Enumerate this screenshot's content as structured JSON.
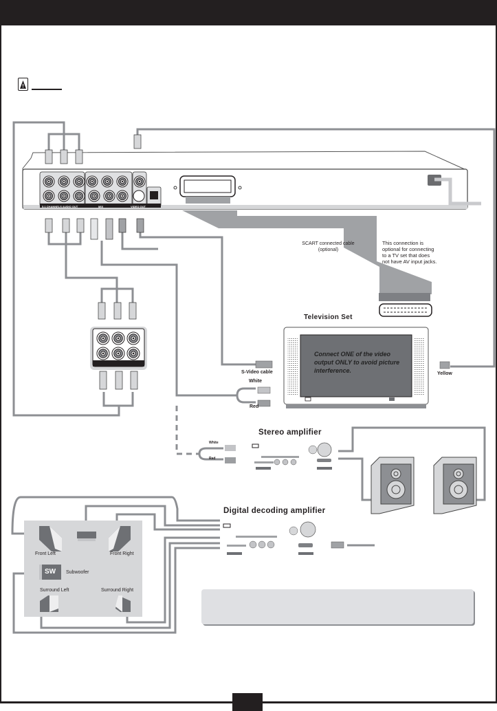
{
  "page": {
    "header_bar": "",
    "caution_heading": "",
    "page_number": "",
    "note_text": ""
  },
  "dvd_player": {
    "panel_labels": {
      "audio_out": "5.1 CHANNELS AUDIO OUT",
      "mix": "MIX",
      "video_out": "VIDEO OUT",
      "optical": "OPTICAL"
    }
  },
  "scart": {
    "cable_label": "SCART connected cable",
    "cable_sublabel": "(optional)",
    "note_lines": [
      "This connection is",
      "optional for connecting",
      "to a TV set that does",
      "not have AV input jacks."
    ]
  },
  "television": {
    "title": "Television Set",
    "screen_message": "Connect ONE of the video output ONLY to avoid picture interference.",
    "svideo_label": "S-Video cable",
    "white_label": "White",
    "red_label": "Red",
    "yellow_label": "Yellow"
  },
  "stereo_amp": {
    "title": "Stereo amplifier",
    "white_label": "White",
    "red_label": "Red"
  },
  "digital_amp": {
    "title": "Digital decoding amplifier"
  },
  "speakers": {
    "front_left": "Front Left",
    "front_right": "Front Right",
    "sw_badge": "SW",
    "subwoofer": "Subwoofer",
    "surround_left": "Surround Left",
    "surround_right": "Surround Right"
  }
}
